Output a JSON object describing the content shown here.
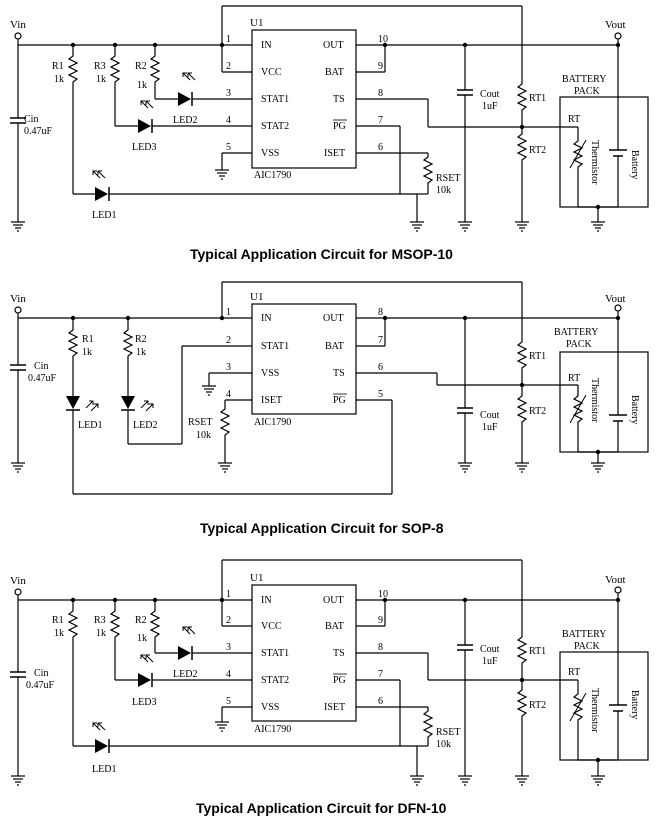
{
  "labels": {
    "vin": "Vin",
    "vout": "Vout",
    "u1": "U1",
    "part": "AIC1790",
    "cin": "Cin",
    "cin_value": "0.47uF",
    "cout": "Cout",
    "cout_value": "1uF",
    "r_value": "1k",
    "rset": "RSET",
    "rset_value": "10k",
    "rt1": "RT1",
    "rt2": "RT2",
    "rt": "RT",
    "thermistor": "Thermistor",
    "battery": "Battery",
    "battery_pack_line1": "BATTERY",
    "battery_pack_line2": "PACK",
    "r1": "R1",
    "r2": "R2",
    "r3": "R3",
    "led1": "LED1",
    "led2": "LED2",
    "led3": "LED3"
  },
  "pins": {
    "in": "IN",
    "vcc": "VCC",
    "stat1": "STAT1",
    "stat2": "STAT2",
    "vss": "VSS",
    "out": "OUT",
    "bat": "BAT",
    "ts": "TS",
    "pg": "PG",
    "iset": "ISET"
  },
  "pin_numbers_10": [
    "1",
    "2",
    "3",
    "4",
    "5",
    "10",
    "9",
    "8",
    "7",
    "6"
  ],
  "pin_numbers_sop8": [
    "1",
    "2",
    "3",
    "4",
    "8",
    "7",
    "6",
    "5"
  ],
  "captions": {
    "msop10": "Typical Application Circuit for MSOP-10",
    "sop8": "Typical Application Circuit for SOP-8",
    "dfn10": "Typical Application Circuit for DFN-10"
  }
}
